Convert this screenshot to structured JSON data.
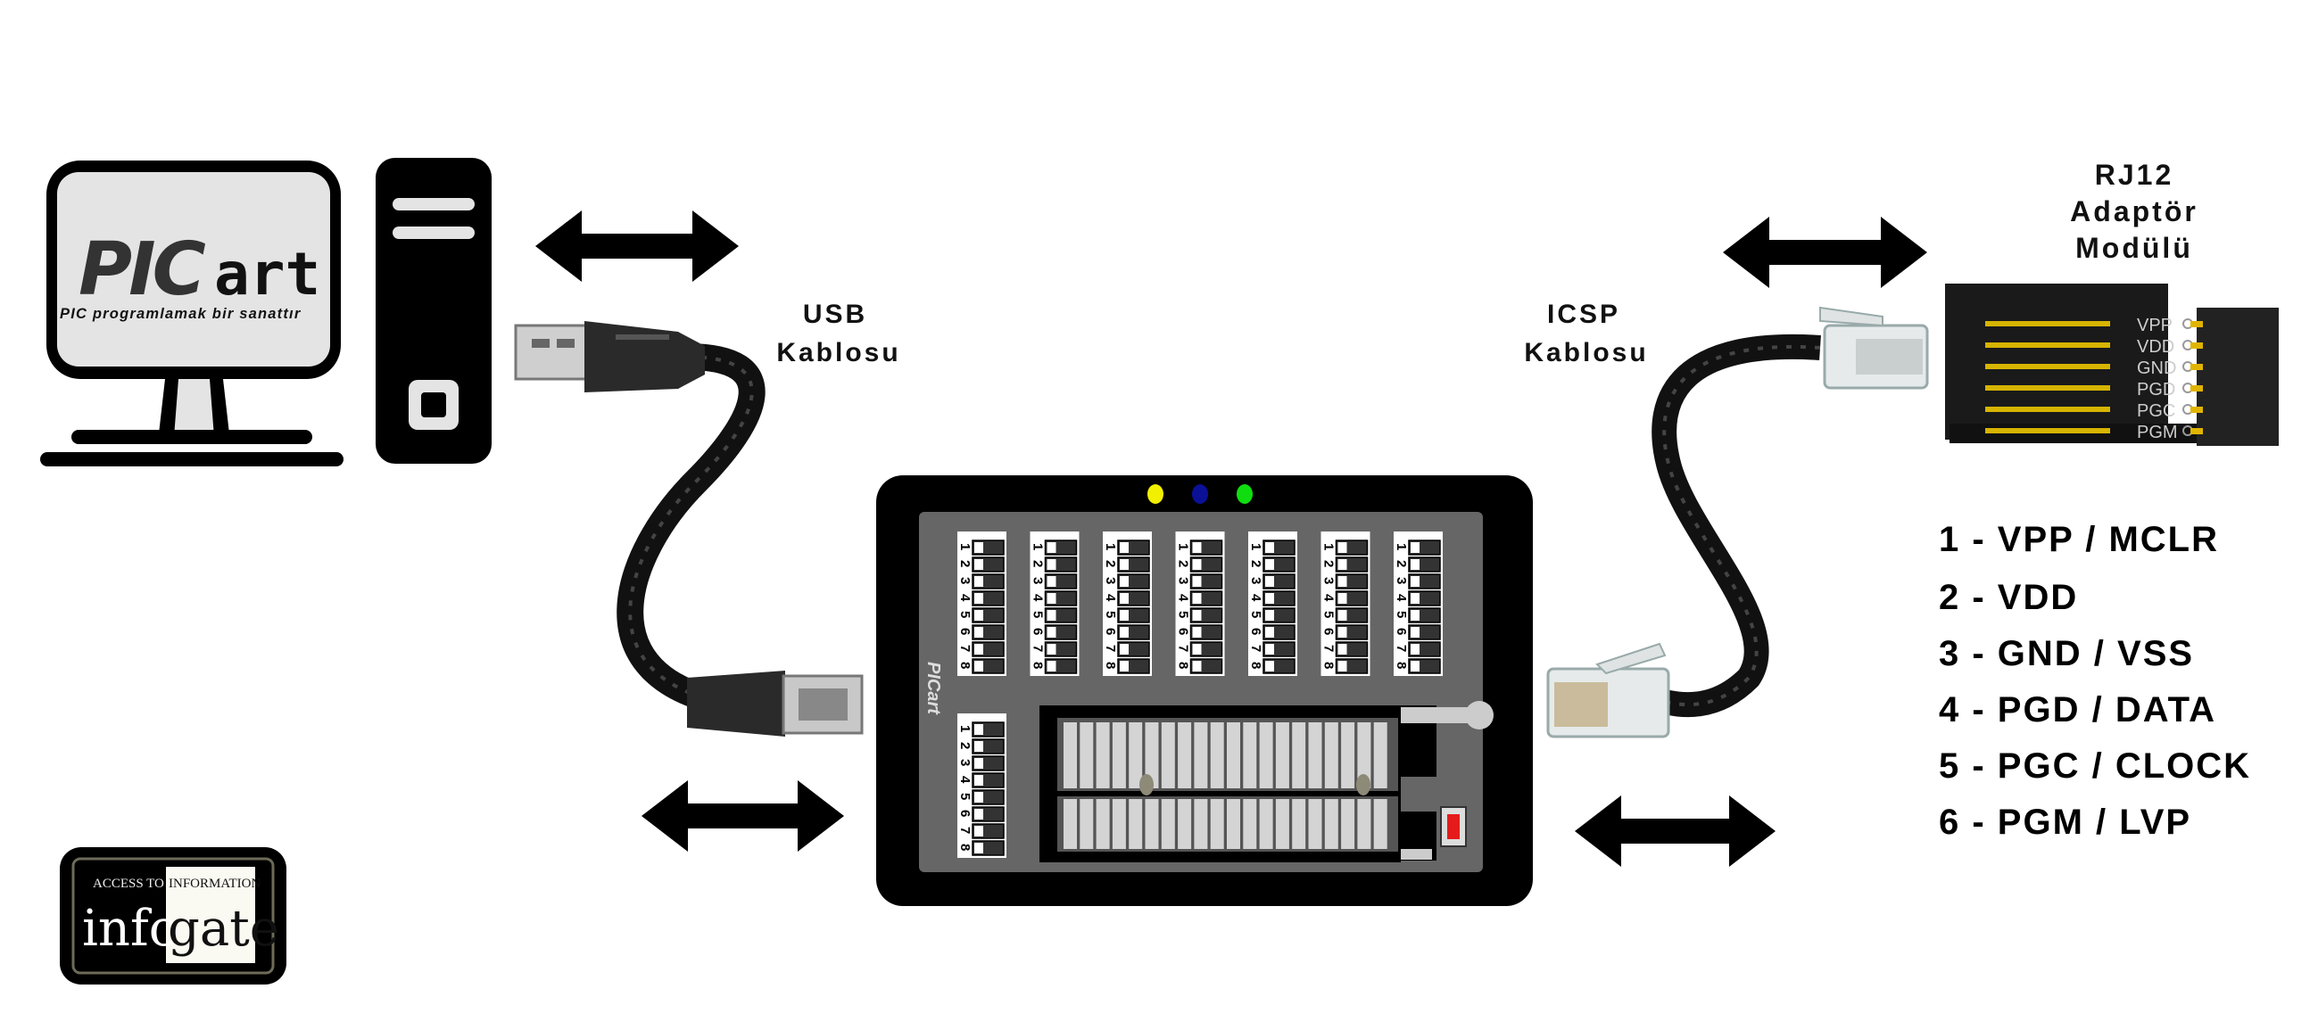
{
  "monitor": {
    "logo": "PICart",
    "logo_main": "PIC",
    "logo_art": "art",
    "slogan": "PIC programlamak bir sanattır"
  },
  "usb_cable": {
    "line1": "USB",
    "line2": "Kablosu"
  },
  "icsp_cable": {
    "line1": "ICSP",
    "line2": "Kablosu"
  },
  "adapter": {
    "line1": "RJ12",
    "line2": "Adaptör",
    "line3": "Modülü",
    "pins": [
      "VPP",
      "VDD",
      "GND",
      "PGD",
      "PGC",
      "PGM"
    ]
  },
  "programmer": {
    "brand": "PICart",
    "leds": [
      "#f2ef00",
      "#0a1196",
      "#10dd10"
    ],
    "dip_numbers": [
      "1",
      "2",
      "3",
      "4",
      "5",
      "6",
      "7",
      "8"
    ],
    "dip_blocks": 8,
    "zif_pins_per_row": 20,
    "button_color": "#e51b1b"
  },
  "pinout": [
    "1 - VPP / MCLR",
    "2 - VDD",
    "3 - GND / VSS",
    "4 - PGD / DATA",
    "5 - PGC / CLOCK",
    "6 - PGM / LVP"
  ],
  "infogate": {
    "tagline_left": "ACCESS TO",
    "tagline_right": "INFORMATION",
    "word_left": "info",
    "word_right": "gate"
  }
}
